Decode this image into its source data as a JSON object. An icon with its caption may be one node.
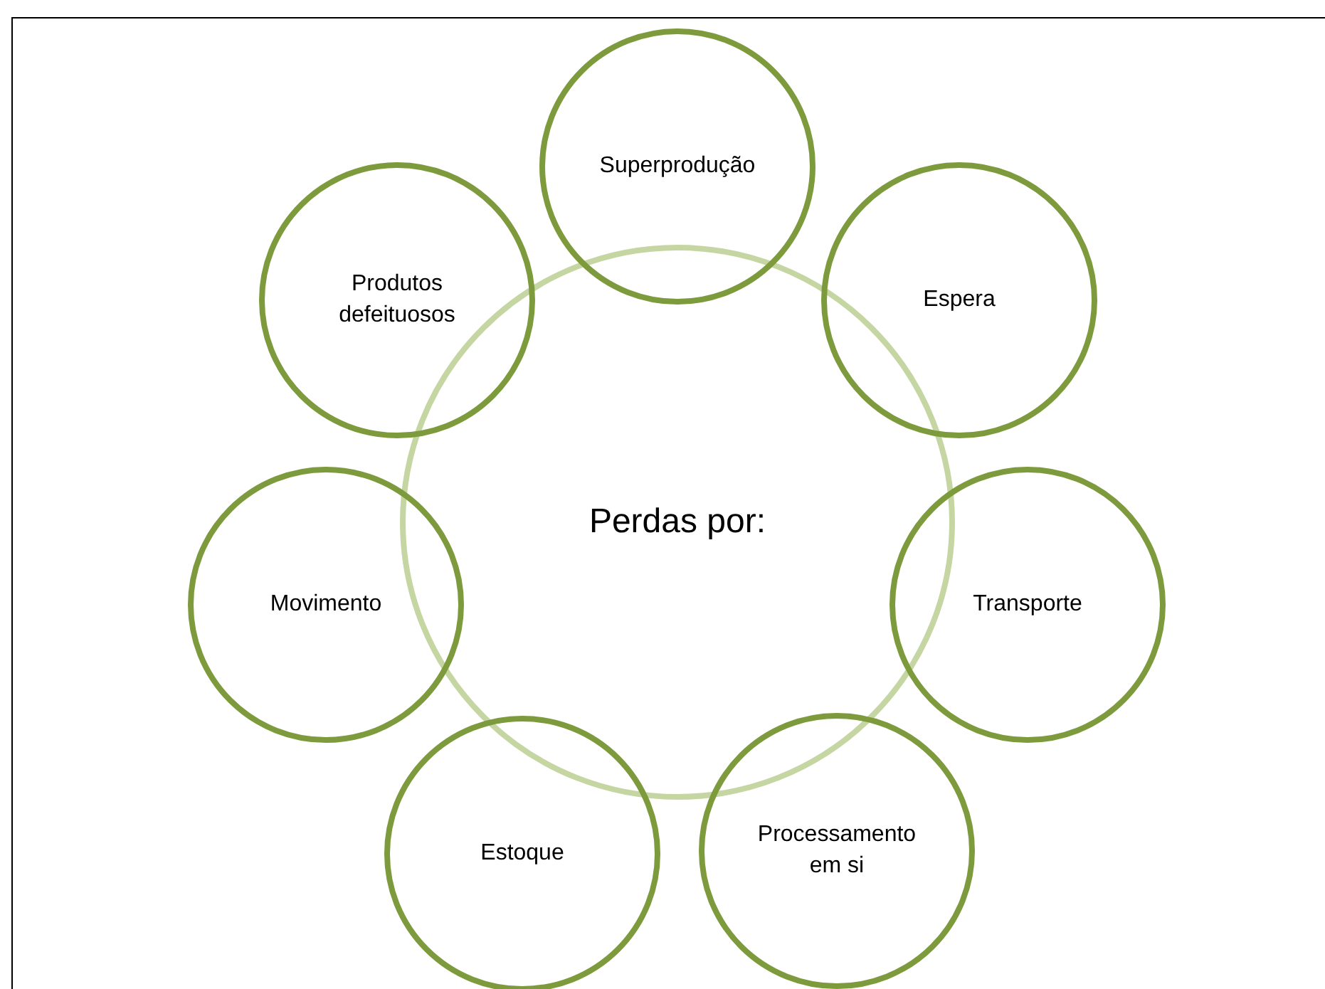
{
  "diagram": {
    "nodes": [
      {
        "text": [
          "Superprodução"
        ]
      },
      {
        "text": [
          "Produtos defeituosos"
        ]
      },
      {
        "text": [
          "Espera"
        ]
      },
      {
        "text": [
          "Perdas por:"
        ]
      },
      {
        "text": [
          "Movimento"
        ]
      },
      {
        "text": [
          "Transporte"
        ]
      },
      {
        "text": [
          "Estoque"
        ]
      },
      {
        "text": [
          "Processamento em si"
        ]
      }
    ]
  }
}
